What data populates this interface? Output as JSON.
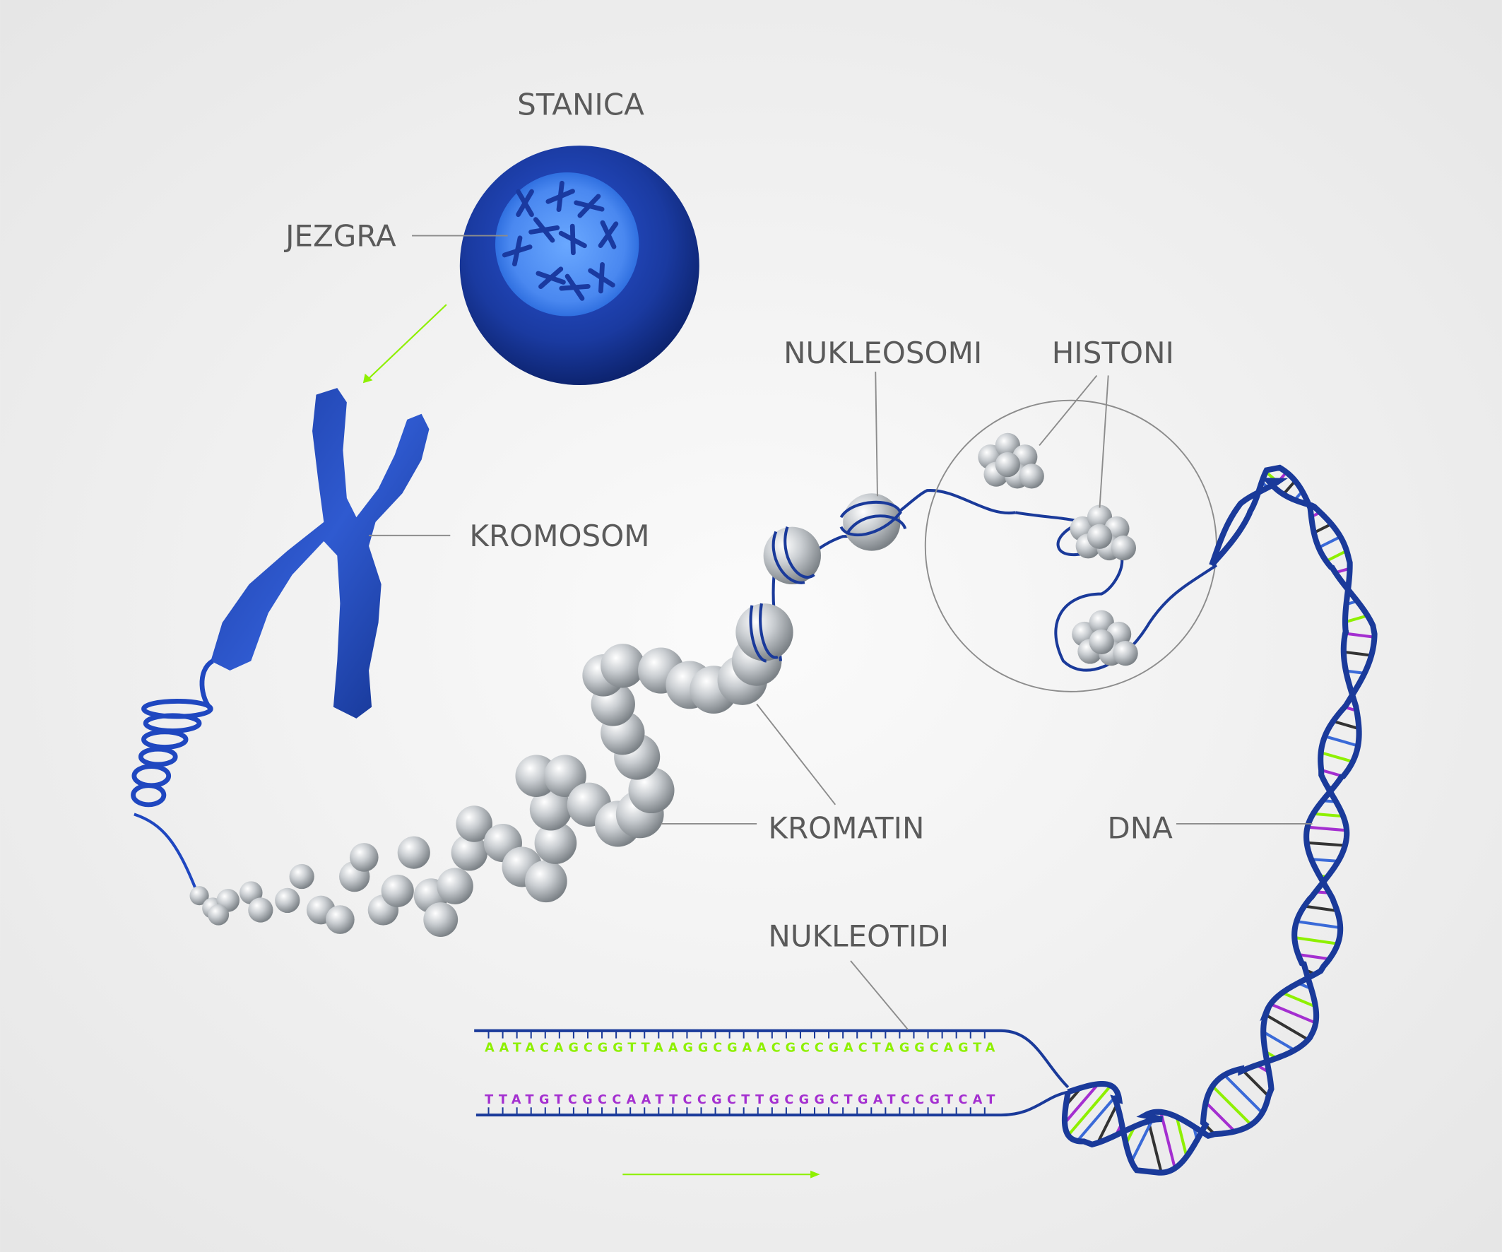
{
  "labels": {
    "cell": "STANICA",
    "nucleus": "JEZGRA",
    "chromosome": "KROMOSOM",
    "nucleosomes": "NUKLEOSOMI",
    "histones": "HISTONI",
    "chromatin": "KROMATIN",
    "dna": "DNA",
    "nucleotides": "NUKLEOTIDI"
  },
  "sequences": {
    "top_strand": "AATACAGCGGTTAAGGCGAACGCCGACTAGGCAGTA",
    "bottom_strand": "TTATGTCGCCAATTCCGCTTGCGGCTGATCCGTCAT"
  },
  "colors": {
    "dna_blue": "#1a3a9a",
    "top_strand": "#8ef000",
    "bottom_strand": "#a42fd0",
    "arrow": "#8ef000",
    "bead": "#c8ccd0"
  }
}
